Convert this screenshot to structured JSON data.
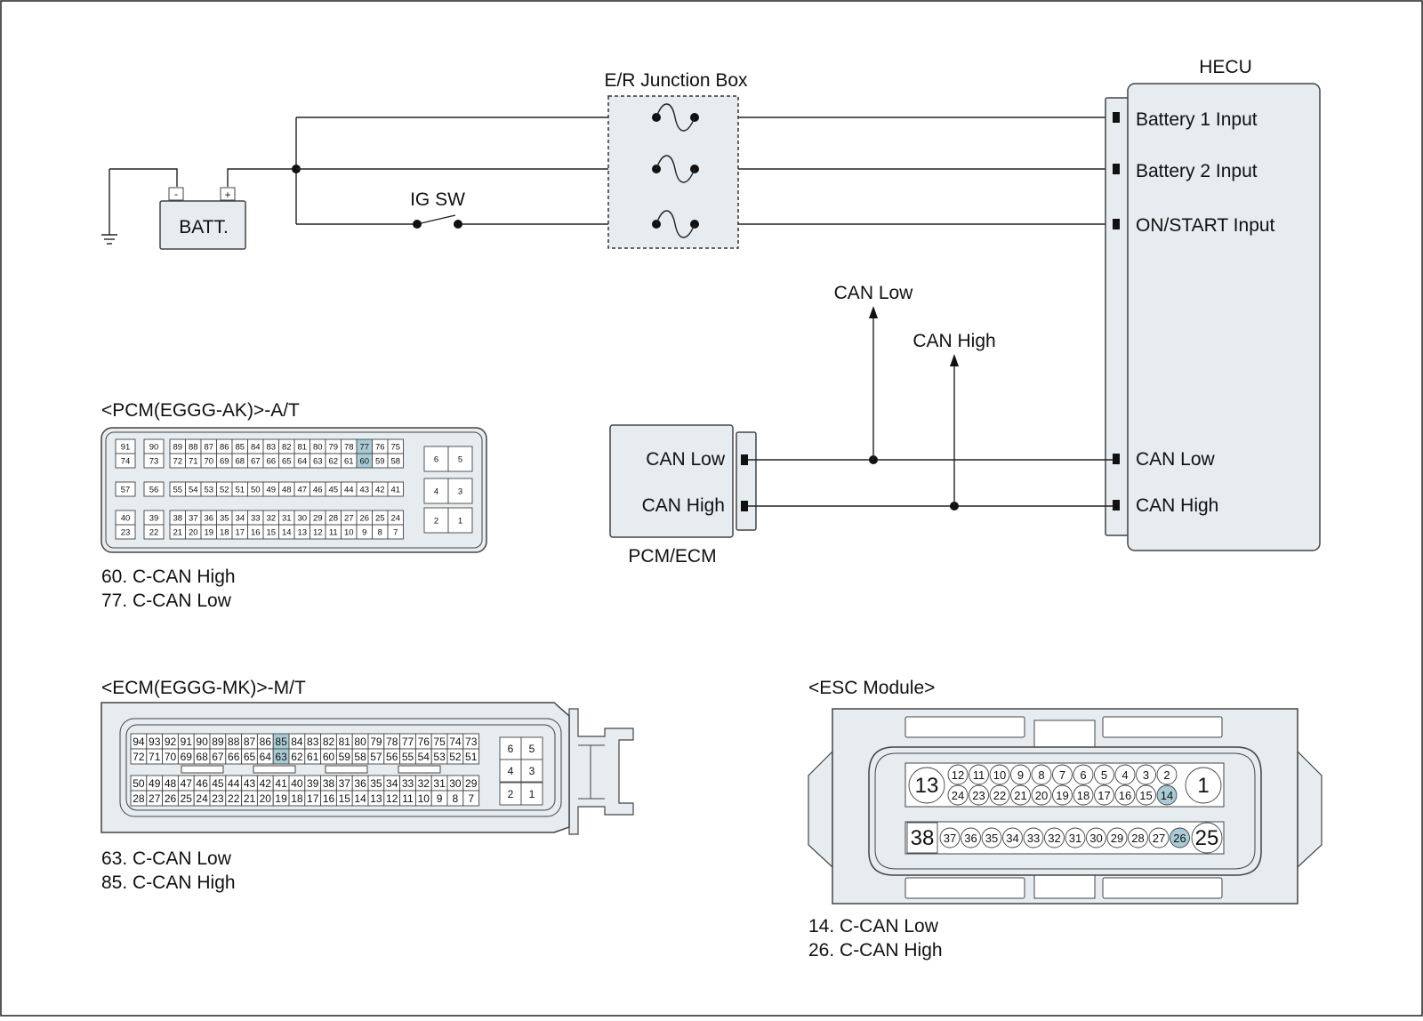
{
  "labels": {
    "hecu": "HECU",
    "junction_box": "E/R Junction Box",
    "batt": "BATT.",
    "batt_minus": "-",
    "batt_plus": "+",
    "ig_sw": "IG SW",
    "battery1_input": "Battery 1 Input",
    "battery2_input": "Battery 2 Input",
    "on_start_input": "ON/START Input",
    "hecu_can_low": "CAN Low",
    "hecu_can_high": "CAN High",
    "pcm_can_low": "CAN Low",
    "pcm_can_high": "CAN High",
    "pcm_ecm": "PCM/ECM",
    "arrow_can_low": "CAN Low",
    "arrow_can_high": "CAN High"
  },
  "pcm_connector": {
    "title": "<PCM(EGGG-AK)>-A/T",
    "legend": [
      "60. C-CAN High",
      "77. C-CAN Low"
    ],
    "group1": [
      [
        "91",
        "74"
      ],
      [
        "90",
        "73"
      ]
    ],
    "main_top": [
      "89",
      "88",
      "87",
      "86",
      "85",
      "84",
      "83",
      "82",
      "81",
      "80",
      "79",
      "78",
      "77",
      "76",
      "75"
    ],
    "main_bottom": [
      "72",
      "71",
      "70",
      "69",
      "68",
      "67",
      "66",
      "65",
      "64",
      "63",
      "62",
      "61",
      "60",
      "59",
      "58"
    ],
    "group2": [
      "57",
      "56"
    ],
    "main_mid": [
      "55",
      "54",
      "53",
      "52",
      "51",
      "50",
      "49",
      "48",
      "47",
      "46",
      "45",
      "44",
      "43",
      "42",
      "41"
    ],
    "group3": [
      [
        "40",
        "23"
      ],
      [
        "39",
        "22"
      ]
    ],
    "main_low_top": [
      "38",
      "37",
      "36",
      "35",
      "34",
      "33",
      "32",
      "31",
      "30",
      "29",
      "28",
      "27",
      "26",
      "25",
      "24"
    ],
    "main_low_bottom": [
      "21",
      "20",
      "19",
      "18",
      "17",
      "16",
      "15",
      "14",
      "13",
      "12",
      "11",
      "10",
      "9",
      "8",
      "7"
    ],
    "side": [
      [
        "6",
        "5"
      ],
      [
        "4",
        "3"
      ],
      [
        "2",
        "1"
      ]
    ],
    "highlight": [
      "77",
      "60"
    ]
  },
  "ecm_connector": {
    "title": "<ECM(EGGG-MK)>-M/T",
    "legend": [
      "63. C-CAN Low",
      "85. C-CAN High"
    ],
    "row1": [
      "94",
      "93",
      "92",
      "91",
      "90",
      "89",
      "88",
      "87",
      "86",
      "85",
      "84",
      "83",
      "82",
      "81",
      "80",
      "79",
      "78",
      "77",
      "76",
      "75",
      "74",
      "73"
    ],
    "row2": [
      "72",
      "71",
      "70",
      "69",
      "68",
      "67",
      "66",
      "65",
      "64",
      "63",
      "62",
      "61",
      "60",
      "59",
      "58",
      "57",
      "56",
      "55",
      "54",
      "53",
      "52",
      "51"
    ],
    "row3": [
      "50",
      "49",
      "48",
      "47",
      "46",
      "45",
      "44",
      "43",
      "42",
      "41",
      "40",
      "39",
      "38",
      "37",
      "36",
      "35",
      "34",
      "33",
      "32",
      "31",
      "30",
      "29"
    ],
    "row4": [
      "28",
      "27",
      "26",
      "25",
      "24",
      "23",
      "22",
      "21",
      "20",
      "19",
      "18",
      "17",
      "16",
      "15",
      "14",
      "13",
      "12",
      "11",
      "10",
      "9",
      "8",
      "7"
    ],
    "side": [
      [
        "6",
        "5"
      ],
      [
        "4",
        "3"
      ],
      [
        "2",
        "1"
      ]
    ],
    "highlight": [
      "85",
      "63"
    ]
  },
  "esc_connector": {
    "title": "<ESC Module>",
    "legend": [
      "14. C-CAN Low",
      "26. C-CAN High"
    ],
    "left_big_top": "13",
    "right_big_top": "1",
    "top_row1": [
      "12",
      "11",
      "10",
      "9",
      "8",
      "7",
      "6",
      "5",
      "4",
      "3",
      "2"
    ],
    "top_row2": [
      "24",
      "23",
      "22",
      "21",
      "20",
      "19",
      "18",
      "17",
      "16",
      "15",
      "14"
    ],
    "left_big_bottom": "38",
    "right_big_bottom": "25",
    "bottom_row": [
      "37",
      "36",
      "35",
      "34",
      "33",
      "32",
      "31",
      "30",
      "29",
      "28",
      "27",
      "26"
    ],
    "highlight": [
      "14",
      "26"
    ]
  },
  "colors": {
    "highlight": "#a9cbd6",
    "panel": "#e6ecef",
    "line": "#222222"
  }
}
